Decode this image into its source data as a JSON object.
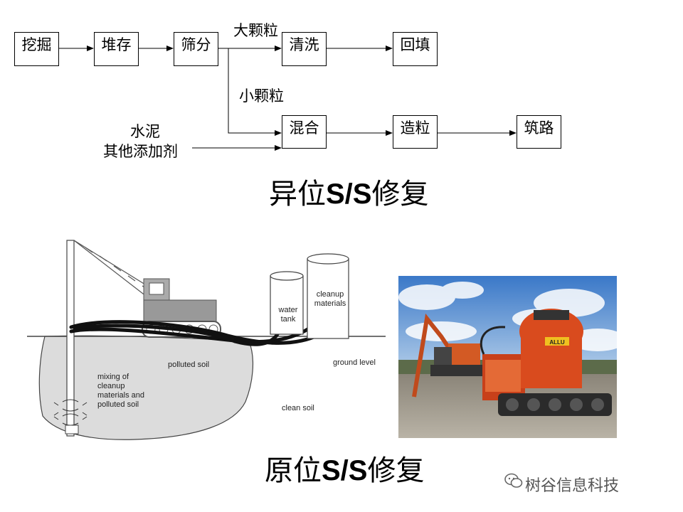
{
  "flow": {
    "boxes": {
      "dig": "挖掘",
      "stack": "堆存",
      "screen": "筛分",
      "wash": "清洗",
      "backfill": "回填",
      "mix": "混合",
      "granulate": "造粒",
      "road": "筑路"
    },
    "labels": {
      "large": "大颗粒",
      "small": "小颗粒",
      "cement": "水泥",
      "additives": "其他添加剂"
    }
  },
  "titles": {
    "ex_situ_prefix": "异位",
    "ex_situ_ss": "S/S",
    "ex_situ_suffix": "修复",
    "in_situ_prefix": "原位",
    "in_situ_ss": "S/S",
    "in_situ_suffix": "修复"
  },
  "diagram": {
    "water_tank": "water\ntank",
    "cleanup_materials": "cleanup\nmaterials",
    "polluted_soil": "polluted soil",
    "ground_level": "ground level",
    "mixing": "mixing of\ncleanup\nmaterials and\npolluted soil",
    "clean_soil": "clean soil"
  },
  "photo": {
    "logo_text": "ALLU"
  },
  "watermark": "树谷信息科技"
}
